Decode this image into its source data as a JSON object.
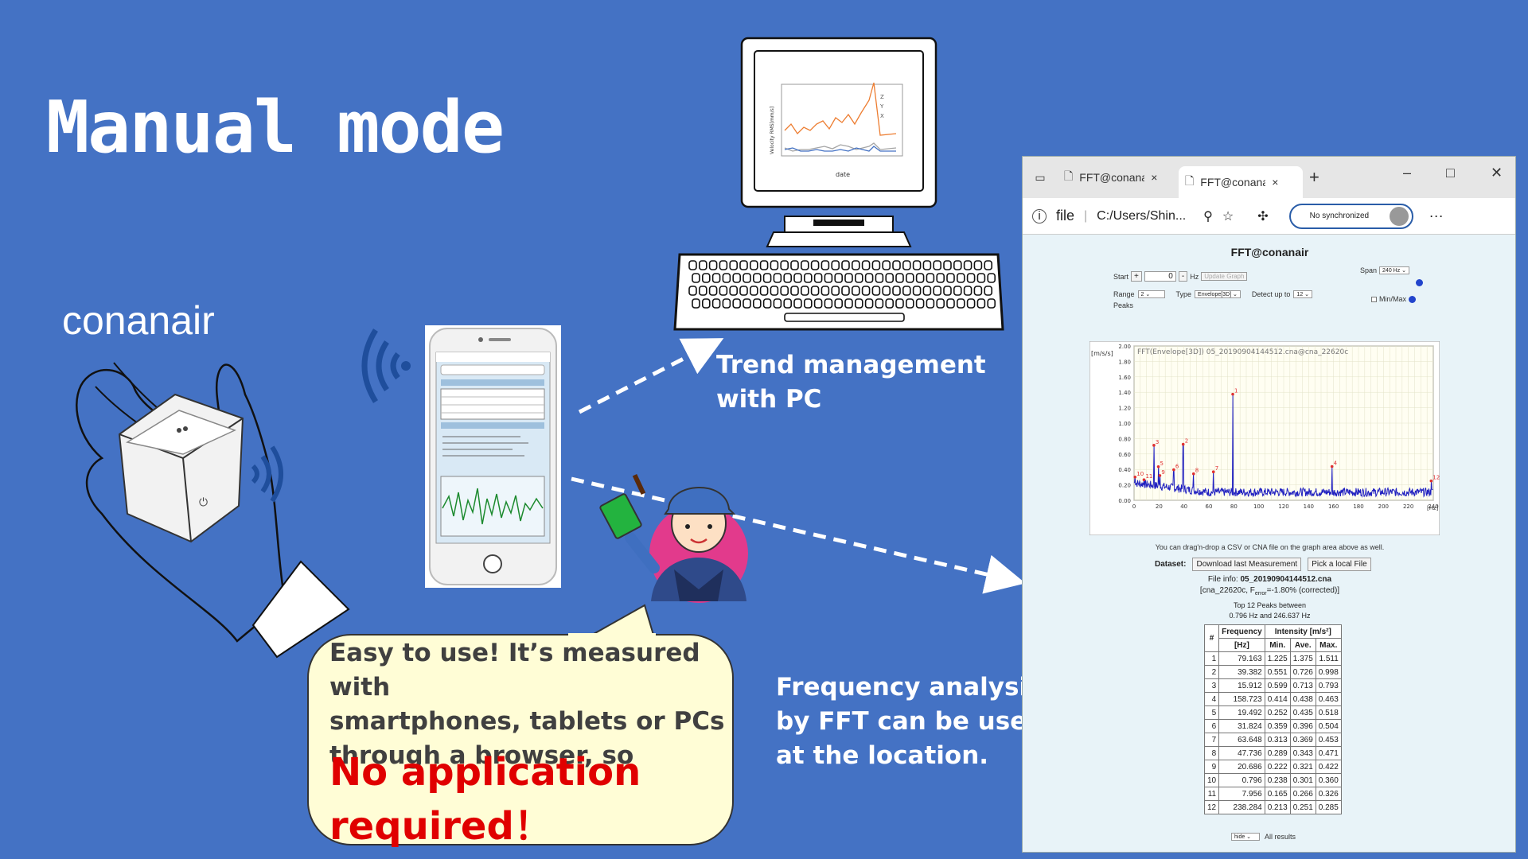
{
  "slide": {
    "title": "Manual mode",
    "device_label": "conanair",
    "trend_caption": [
      "Trend management",
      "with PC"
    ],
    "fft_caption": [
      "Frequency analysis",
      "by FFT can be used",
      "at the location."
    ],
    "bubble_lines": [
      "Easy to use! It’s measured with",
      "smartphones, tablets or PCs",
      "through a browser, so"
    ],
    "bubble_red": [
      "No application",
      "required！"
    ]
  },
  "monitor_chart": {
    "legend": [
      "Z",
      "Y",
      "X"
    ],
    "xlabel": "date",
    "ylabel": "Velocity RMS[mm/s]"
  },
  "browser": {
    "tabs": [
      "FFT@conanair",
      "FFT@conanair"
    ],
    "tab_close": "×",
    "new_tab": "+",
    "address_scheme": "file",
    "address_path": "C:/Users/Shin...",
    "sync_label": "No synchronized",
    "menu": "···",
    "controls": {
      "minimize": "–",
      "maximize": "□",
      "close": "✕"
    }
  },
  "fft_page": {
    "heading": "FFT@conanair",
    "start_label": "Start",
    "start_minus": "-",
    "start_plus": "+",
    "start_value": "0",
    "hz_label": "Hz",
    "update_button": "Update Graph",
    "span_label": "Span",
    "span_value": "240 Hz",
    "range_label": "Range",
    "range_value": "2",
    "type_label": "Type",
    "type_value": "Envelope[3D]",
    "detect_label": "Detect up to",
    "detect_value": "12",
    "peaks_label": "Peaks",
    "minmax_label": "Min/Max",
    "drop_note": "You can drag'n-drop a CSV or CNA file on the graph area above as well.",
    "dataset_label": "Dataset:",
    "download_button": "Download last Measurement",
    "local_button": "Pick a local File",
    "file_info_label": "File info:",
    "file_name": "05_20190904144512.cna",
    "file_detail": "[cna_22620c, F",
    "file_detail_sub": "error",
    "file_detail_rest": "=-1.80% (corrected)]",
    "peaks_summary": [
      "Top 12 Peaks between",
      "0.796 Hz and 246.637 Hz"
    ],
    "table_headers": {
      "index": "#",
      "freq": "Frequency",
      "freq_unit": "[Hz]",
      "intensity": "Intensity [m/s²]",
      "min": "Min.",
      "ave": "Ave.",
      "max": "Max."
    },
    "peaks": [
      [
        "1",
        "79.163",
        "1.225",
        "1.375",
        "1.511"
      ],
      [
        "2",
        "39.382",
        "0.551",
        "0.726",
        "0.998"
      ],
      [
        "3",
        "15.912",
        "0.599",
        "0.713",
        "0.793"
      ],
      [
        "4",
        "158.723",
        "0.414",
        "0.438",
        "0.463"
      ],
      [
        "5",
        "19.492",
        "0.252",
        "0.435",
        "0.518"
      ],
      [
        "6",
        "31.824",
        "0.359",
        "0.396",
        "0.504"
      ],
      [
        "7",
        "63.648",
        "0.313",
        "0.369",
        "0.453"
      ],
      [
        "8",
        "47.736",
        "0.289",
        "0.343",
        "0.471"
      ],
      [
        "9",
        "20.686",
        "0.222",
        "0.321",
        "0.422"
      ],
      [
        "10",
        "0.796",
        "0.238",
        "0.301",
        "0.360"
      ],
      [
        "11",
        "7.956",
        "0.165",
        "0.266",
        "0.326"
      ],
      [
        "12",
        "238.284",
        "0.213",
        "0.251",
        "0.285"
      ]
    ],
    "hide_value": "hide",
    "all_results": "All results"
  },
  "chart_data": {
    "type": "line",
    "title": "FFT(Envelope[3D]) 05_20190904144512.cna@cna_22620c",
    "xlabel": "[Hz]",
    "ylabel": "[m/s/s]",
    "xlim": [
      0,
      240
    ],
    "ylim": [
      0,
      2.0
    ],
    "x_ticks": [
      0,
      20,
      40,
      60,
      80,
      100,
      120,
      140,
      160,
      180,
      200,
      220,
      240
    ],
    "y_ticks": [
      "0.00",
      "0.20",
      "0.40",
      "0.60",
      "0.80",
      "1.00",
      "1.20",
      "1.40",
      "1.60",
      "1.80",
      "2.00"
    ],
    "grid": true,
    "peaks": [
      {
        "label": "1",
        "x": 79.163,
        "y": 1.375
      },
      {
        "label": "2",
        "x": 39.382,
        "y": 0.726
      },
      {
        "label": "3",
        "x": 15.912,
        "y": 0.713
      },
      {
        "label": "4",
        "x": 158.723,
        "y": 0.438
      },
      {
        "label": "5",
        "x": 19.492,
        "y": 0.435
      },
      {
        "label": "6",
        "x": 31.824,
        "y": 0.396
      },
      {
        "label": "7",
        "x": 63.648,
        "y": 0.369
      },
      {
        "label": "8",
        "x": 47.736,
        "y": 0.343
      },
      {
        "label": "9",
        "x": 20.686,
        "y": 0.321
      },
      {
        "label": "10",
        "x": 0.796,
        "y": 0.301
      },
      {
        "label": "11",
        "x": 7.956,
        "y": 0.266
      },
      {
        "label": "12",
        "x": 238.284,
        "y": 0.251
      }
    ]
  },
  "colors": {
    "background": "#4472c4",
    "bubble": "#fffdd6",
    "emphasis": "#e00000",
    "spectrum": "#2020c0",
    "peak_label": "#e03030"
  }
}
